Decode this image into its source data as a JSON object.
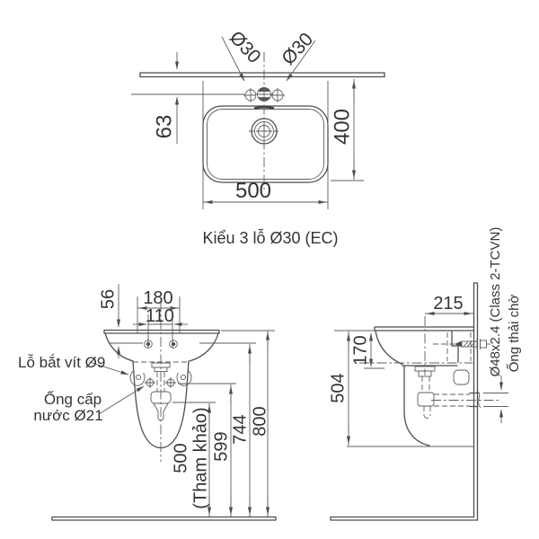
{
  "drawing": {
    "caption": "Kiểu 3 lỗ Ø30 (EC)",
    "colors": {
      "line": "#4e4e4e",
      "text": "#343434",
      "background": "#ffffff"
    },
    "top_view": {
      "hole_label_left": "Ø30",
      "hole_label_right": "Ø30",
      "dim_hole_offset": "63",
      "dim_depth": "400",
      "dim_width": "500"
    },
    "front_view": {
      "dim_rim_to_bolt": "56",
      "dim_bolt_span_outer": "180",
      "dim_bolt_span": "110",
      "label_screw_hole": "Lỗ bắt vít Ø9",
      "label_supply_line1": "Ống cấp",
      "label_supply_line2": "nước Ø21",
      "dim_trap_height": "500",
      "dim_trap_height_note": "(Tham khảo)",
      "dim_supply_height": "599",
      "dim_bolt_height": "744",
      "dim_rim_height": "800"
    },
    "side_view": {
      "dim_drain_to_wall": "215",
      "dim_front_depth": "170",
      "dim_pedestal_length": "504",
      "label_pipe_spec": "Ø48x2.4 (Class 2-TCVN)",
      "label_waste_pipe": "Ống thải chờ"
    }
  }
}
